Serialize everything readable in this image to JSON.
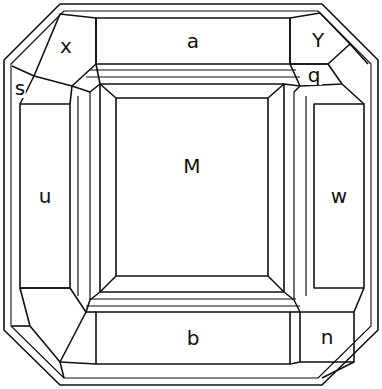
{
  "diagram": {
    "labels": [
      "a",
      "Y",
      "x",
      "q",
      "s",
      "u",
      "M",
      "w",
      "b",
      "n"
    ]
  }
}
